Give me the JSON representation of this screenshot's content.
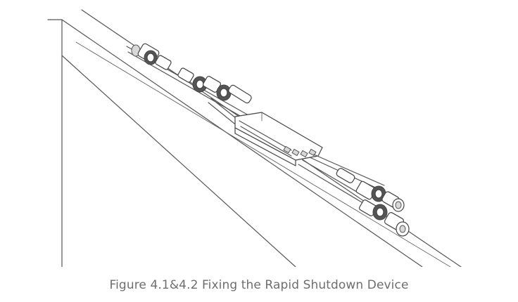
{
  "figure": {
    "caption": "Figure 4.1&4.2 Fixing the Rapid Shutdown Device",
    "icons": [
      "rail-frame",
      "rapid-shutdown-device",
      "mc4-connector",
      "cable"
    ]
  }
}
